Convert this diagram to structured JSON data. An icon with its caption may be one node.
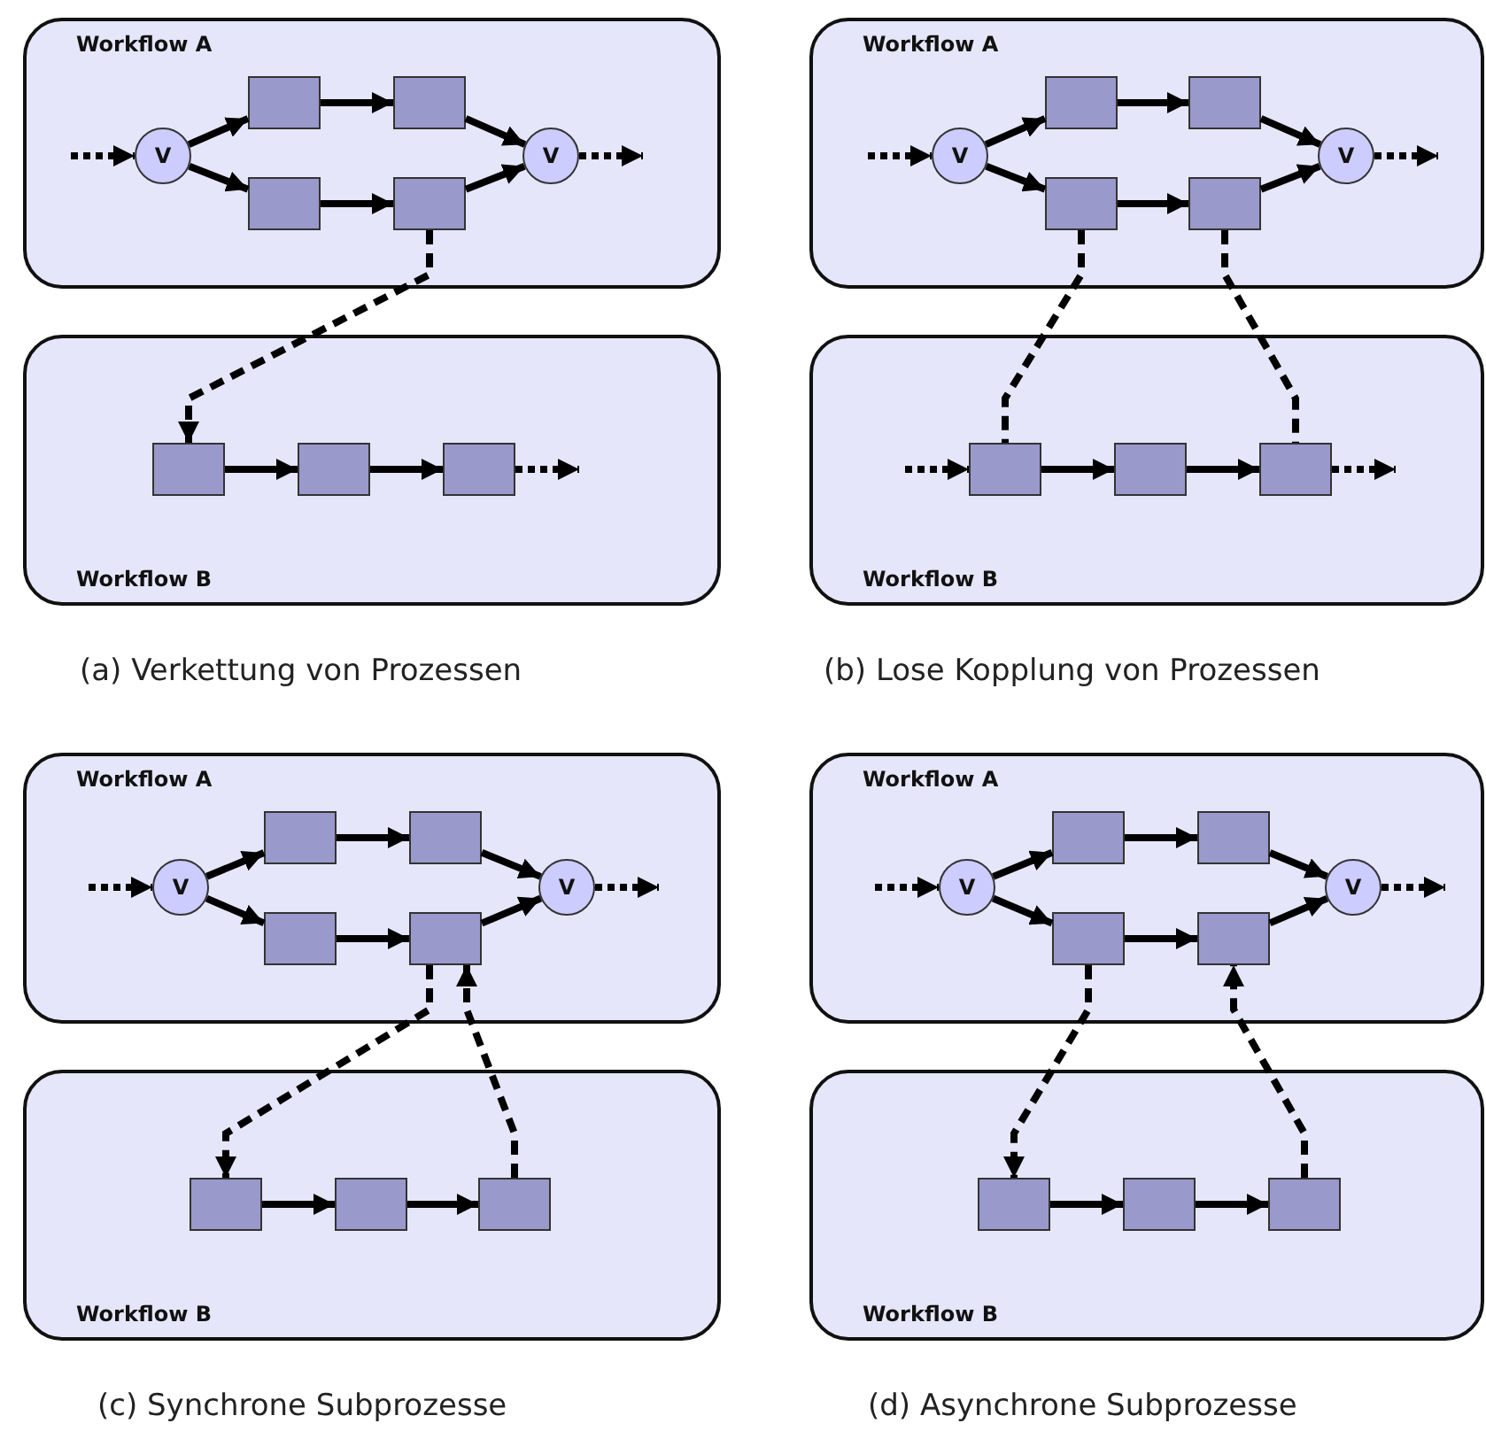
{
  "diagram": {
    "nodes": [
      {
        "text": [
          "Workflow A"
        ]
      },
      {
        "text": [
          "V"
        ],
        "in": 0
      },
      {
        "text": [],
        "shape": "box",
        "in": 0
      },
      {
        "text": [],
        "shape": "box",
        "in": 0
      },
      {
        "text": [],
        "shape": "box",
        "in": 0
      },
      {
        "text": [],
        "shape": "box",
        "in": 0
      },
      {
        "text": [
          "V"
        ],
        "in": 0
      },
      {
        "text": [
          "Workflow B"
        ]
      },
      {
        "text": [],
        "shape": "box",
        "in": 7
      },
      {
        "text": [],
        "shape": "box",
        "in": 7
      },
      {
        "text": [],
        "shape": "box",
        "in": 7
      },
      {
        "text": [
          "Workflow A"
        ]
      },
      {
        "text": [
          "V"
        ],
        "in": 11
      },
      {
        "text": [],
        "shape": "box",
        "in": 11
      },
      {
        "text": [],
        "shape": "box",
        "in": 11
      },
      {
        "text": [],
        "shape": "box",
        "in": 11
      },
      {
        "text": [],
        "shape": "box",
        "in": 11
      },
      {
        "text": [
          "V"
        ],
        "in": 11
      },
      {
        "text": [
          "Workflow B"
        ]
      },
      {
        "text": [],
        "shape": "box",
        "in": 18
      },
      {
        "text": [],
        "shape": "box",
        "in": 18
      },
      {
        "text": [],
        "shape": "box",
        "in": 18
      },
      {
        "text": [
          "Workflow A"
        ]
      },
      {
        "text": [
          "V"
        ],
        "in": 22
      },
      {
        "text": [],
        "shape": "box",
        "in": 22
      },
      {
        "text": [],
        "shape": "box",
        "in": 22
      },
      {
        "text": [],
        "shape": "box",
        "in": 22
      },
      {
        "text": [],
        "shape": "box",
        "in": 22
      },
      {
        "text": [
          "V"
        ],
        "in": 22
      },
      {
        "text": [
          "Workflow B"
        ]
      },
      {
        "text": [],
        "shape": "box",
        "in": 29
      },
      {
        "text": [],
        "shape": "box",
        "in": 29
      },
      {
        "text": [],
        "shape": "box",
        "in": 29
      },
      {
        "text": [
          "Workflow A"
        ]
      },
      {
        "text": [
          "V"
        ],
        "in": 33
      },
      {
        "text": [],
        "shape": "box",
        "in": 33
      },
      {
        "text": [],
        "shape": "box",
        "in": 33
      },
      {
        "text": [],
        "shape": "box",
        "in": 33
      },
      {
        "text": [],
        "shape": "box",
        "in": 33
      },
      {
        "text": [
          "V"
        ],
        "in": 33
      },
      {
        "text": [
          "Workflow B"
        ]
      },
      {
        "text": [],
        "shape": "box",
        "in": 40
      },
      {
        "text": [],
        "shape": "box",
        "in": 40
      },
      {
        "text": [],
        "shape": "box",
        "in": 40
      }
    ],
    "edges": [
      {
        "from": null,
        "to": 1,
        "arrow": "to",
        "style": "dashed"
      },
      {
        "from": 1,
        "to": 2,
        "arrow": "to"
      },
      {
        "from": 1,
        "to": 4,
        "arrow": "to"
      },
      {
        "from": 2,
        "to": 3,
        "arrow": "to"
      },
      {
        "from": 4,
        "to": 5,
        "arrow": "to"
      },
      {
        "from": 3,
        "to": 6,
        "arrow": "to"
      },
      {
        "from": 5,
        "to": 6,
        "arrow": "to"
      },
      {
        "from": 6,
        "to": null,
        "arrow": "to",
        "style": "dashed"
      },
      {
        "from": 8,
        "to": 9,
        "arrow": "to"
      },
      {
        "from": 9,
        "to": 10,
        "arrow": "to"
      },
      {
        "from": 5,
        "to": 8,
        "arrow": "to",
        "style": "dashed"
      },
      {
        "from": 10,
        "to": null,
        "arrow": "to",
        "style": "dashed"
      },
      {
        "from": null,
        "to": 12,
        "arrow": "to",
        "style": "dashed"
      },
      {
        "from": 12,
        "to": 13,
        "arrow": "to"
      },
      {
        "from": 12,
        "to": 15,
        "arrow": "to"
      },
      {
        "from": 13,
        "to": 14,
        "arrow": "to"
      },
      {
        "from": 15,
        "to": 16,
        "arrow": "to"
      },
      {
        "from": 14,
        "to": 17,
        "arrow": "to"
      },
      {
        "from": 16,
        "to": 17,
        "arrow": "to"
      },
      {
        "from": 17,
        "to": null,
        "arrow": "to",
        "style": "dashed"
      },
      {
        "from": 19,
        "to": 20,
        "arrow": "to"
      },
      {
        "from": 20,
        "to": 21,
        "arrow": "to"
      },
      {
        "from": null,
        "to": 19,
        "arrow": "to",
        "style": "dashed"
      },
      {
        "from": 21,
        "to": null,
        "arrow": "to",
        "style": "dashed"
      },
      {
        "from": 15,
        "to": 19,
        "arrow": "none",
        "style": "dashed"
      },
      {
        "from": 16,
        "to": 21,
        "arrow": "none",
        "style": "dashed"
      },
      {
        "from": null,
        "to": 23,
        "arrow": "to",
        "style": "dashed"
      },
      {
        "from": 23,
        "to": 24,
        "arrow": "to"
      },
      {
        "from": 23,
        "to": 26,
        "arrow": "to"
      },
      {
        "from": 24,
        "to": 25,
        "arrow": "to"
      },
      {
        "from": 26,
        "to": 27,
        "arrow": "to"
      },
      {
        "from": 25,
        "to": 28,
        "arrow": "to"
      },
      {
        "from": 27,
        "to": 28,
        "arrow": "to"
      },
      {
        "from": 28,
        "to": null,
        "arrow": "to",
        "style": "dashed"
      },
      {
        "from": 30,
        "to": 31,
        "arrow": "to"
      },
      {
        "from": 31,
        "to": 32,
        "arrow": "to"
      },
      {
        "from": 27,
        "to": 30,
        "arrow": "to",
        "style": "dashed"
      },
      {
        "from": 32,
        "to": 27,
        "arrow": "to",
        "style": "dashed"
      },
      {
        "from": null,
        "to": 34,
        "arrow": "to",
        "style": "dashed"
      },
      {
        "from": 34,
        "to": 35,
        "arrow": "to"
      },
      {
        "from": 34,
        "to": 37,
        "arrow": "to"
      },
      {
        "from": 35,
        "to": 36,
        "arrow": "to"
      },
      {
        "from": 37,
        "to": 38,
        "arrow": "to"
      },
      {
        "from": 36,
        "to": 39,
        "arrow": "to"
      },
      {
        "from": 38,
        "to": 39,
        "arrow": "to"
      },
      {
        "from": 39,
        "to": null,
        "arrow": "to",
        "style": "dashed"
      },
      {
        "from": 41,
        "to": 42,
        "arrow": "to"
      },
      {
        "from": 42,
        "to": 43,
        "arrow": "to"
      },
      {
        "from": 37,
        "to": 41,
        "arrow": "to",
        "style": "dashed"
      },
      {
        "from": 43,
        "to": 38,
        "arrow": "to",
        "style": "dashed"
      }
    ],
    "labels": [
      "(a) Verkettung von Prozessen",
      "(b) Lose Kopplung von Prozessen",
      "(c) Synchrone Subprozesse",
      "(d) Asynchrone Subprozesse"
    ]
  }
}
